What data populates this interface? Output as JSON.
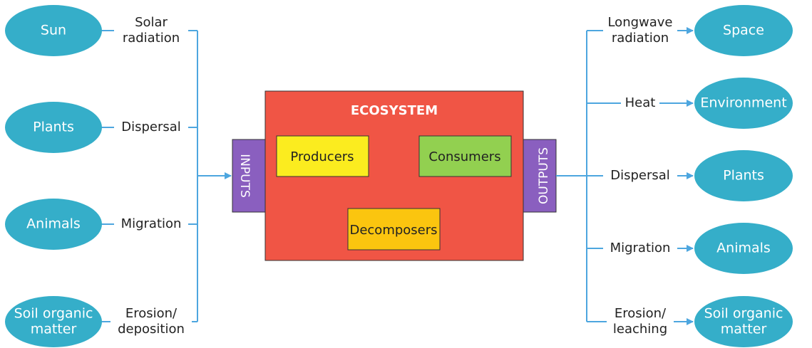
{
  "colors": {
    "node": "#35aec9",
    "line": "#4da6df",
    "ecosystem": "#f05545",
    "tab": "#8a5fbf",
    "producers": "#fbec1f",
    "consumers": "#92d050",
    "decomposers": "#fbc50f"
  },
  "ecosystem": {
    "title": "ECOSYSTEM",
    "inputs_tab": "INPUTS",
    "outputs_tab": "OUTPUTS",
    "producers": "Producers",
    "consumers": "Consumers",
    "decomposers": "Decomposers"
  },
  "inputs": [
    {
      "node": [
        "Sun"
      ],
      "label": [
        "Solar",
        "radiation"
      ]
    },
    {
      "node": [
        "Plants"
      ],
      "label": [
        "Dispersal"
      ]
    },
    {
      "node": [
        "Animals"
      ],
      "label": [
        "Migration"
      ]
    },
    {
      "node": [
        "Soil organic",
        "matter"
      ],
      "label": [
        "Erosion/",
        "deposition"
      ]
    }
  ],
  "outputs": [
    {
      "label": [
        "Longwave",
        "radiation"
      ],
      "node": [
        "Space"
      ]
    },
    {
      "label": [
        "Heat"
      ],
      "node": [
        "Environment"
      ]
    },
    {
      "label": [
        "Dispersal"
      ],
      "node": [
        "Plants"
      ]
    },
    {
      "label": [
        "Migration"
      ],
      "node": [
        "Animals"
      ]
    },
    {
      "label": [
        "Erosion/",
        "leaching"
      ],
      "node": [
        "Soil organic",
        "matter"
      ]
    }
  ]
}
